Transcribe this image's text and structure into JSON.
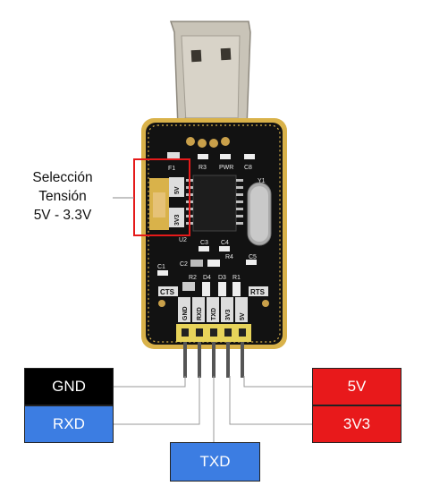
{
  "jumper_note": {
    "lines": [
      "Selección",
      "Tensión",
      "5V - 3.3V"
    ]
  },
  "pins": {
    "gnd": "GND",
    "rxd": "RXD",
    "txd": "TXD",
    "v5": "5V",
    "v33": "3V3"
  },
  "board": {
    "silkscreen": {
      "pins": [
        "GND",
        "RXD",
        "TXD",
        "3V3",
        "5V"
      ],
      "cts": "CTS",
      "rts": "RTS",
      "jumper": [
        "5V",
        "3V3"
      ],
      "components": [
        "F1",
        "R3",
        "PWR",
        "C8",
        "Y1",
        "U2",
        "C3",
        "C4",
        "R4",
        "C5",
        "C1",
        "C2",
        "R2",
        "D4",
        "D3",
        "R1"
      ]
    }
  },
  "colors": {
    "gnd": "#000000",
    "rxd": "#3c7de2",
    "txd": "#3c7de2",
    "power": "#e8191b",
    "highlight": "#e51a1a",
    "board": "#111111",
    "board_edge": "#d9b24a",
    "usb_metal": "#c9c4b8"
  }
}
